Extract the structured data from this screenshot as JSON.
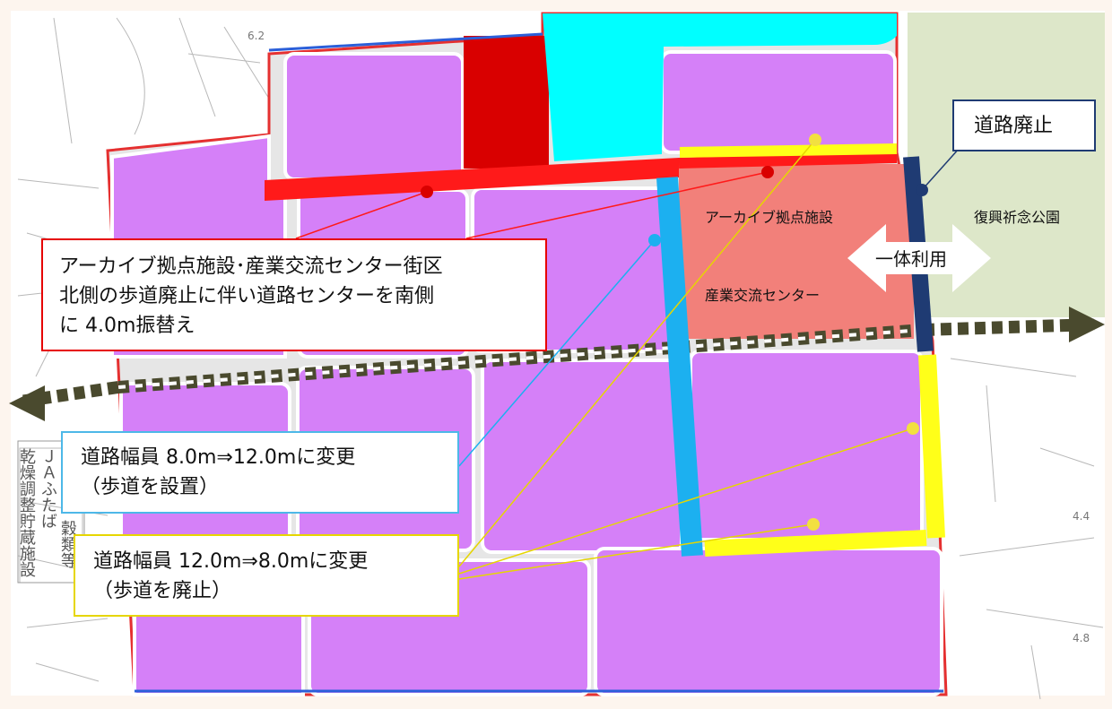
{
  "colors": {
    "background": "#fdf5ee",
    "residential_block": "#d580f8",
    "archive_block": "#f2807a",
    "north_red_block": "#d90000",
    "cyan_block": "#00ffff",
    "park_area": "#dde7c9",
    "road_abolish_red": "#ff1a1a",
    "widen_road_blue": "#1cb0f0",
    "narrow_road_yellow": "#ffff19",
    "abolish_road_navy": "#1f3b73",
    "boundary_red": "#e53030",
    "arrow_olive": "#4a4a2e"
  },
  "callouts": {
    "archive_shift": {
      "line1": "アーカイブ拠点施設･産業交流センター街区",
      "line2": "北側の歩道廃止に伴い道路センターを南側",
      "line3": "に 4.0m振替え"
    },
    "widen": {
      "line1": "道路幅員 8.0m⇒12.0mに変更",
      "line2": "（歩道を設置）"
    },
    "narrow": {
      "line1": "道路幅員 12.0m⇒8.0mに変更",
      "line2": "（歩道を廃止）"
    },
    "road_abolish": {
      "text": "道路廃止"
    }
  },
  "map_labels": {
    "archive": "アーカイブ拠点施設",
    "industry": "産業交流センター",
    "park": "復興祈念公園",
    "integrated_use": "一体利用",
    "ja_col1": "ＪＡふたば",
    "ja_col2": "乾燥調整貯蔵施設",
    "ja_col3": "穀類等"
  },
  "elevation_marks": [
    "6.2",
    "4.4",
    "4.8"
  ]
}
